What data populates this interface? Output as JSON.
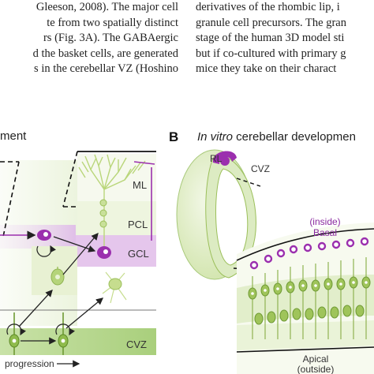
{
  "text": {
    "left_lines": [
      "Gleeson, 2008). The major cell",
      "te from two spatially distinct",
      "rs (Fig. 3A). The GABAergic",
      "d the basket cells, are generated",
      "s in the cerebellar VZ (Hoshino"
    ],
    "right_lines": [
      "derivatives of the rhombic lip, i",
      "granule cell precursors. The gran",
      "stage of the human 3D model sti",
      "but if co-cultured with primary g",
      "mice they take on their charact"
    ]
  },
  "panel_a": {
    "title_fragment": "ment",
    "layers": {
      "ml": "ML",
      "pcl": "PCL",
      "gcl": "GCL",
      "cvz": "CVZ"
    },
    "axis_label": "progression"
  },
  "panel_b": {
    "letter": "B",
    "title_italic": "In vitro",
    "title_rest": " cerebellar developmen",
    "labels": {
      "rl": "RL",
      "cvz": "CVZ",
      "inside": "(inside)",
      "basal": "Basal",
      "apical": "Apical",
      "outside": "(outside)"
    }
  },
  "colors": {
    "purple": "#9b2fae",
    "light_purple": "#e3c6ea",
    "green": "#9fc45a",
    "light_green": "#dcebc2",
    "dark_green_band": "#bcd99a"
  }
}
